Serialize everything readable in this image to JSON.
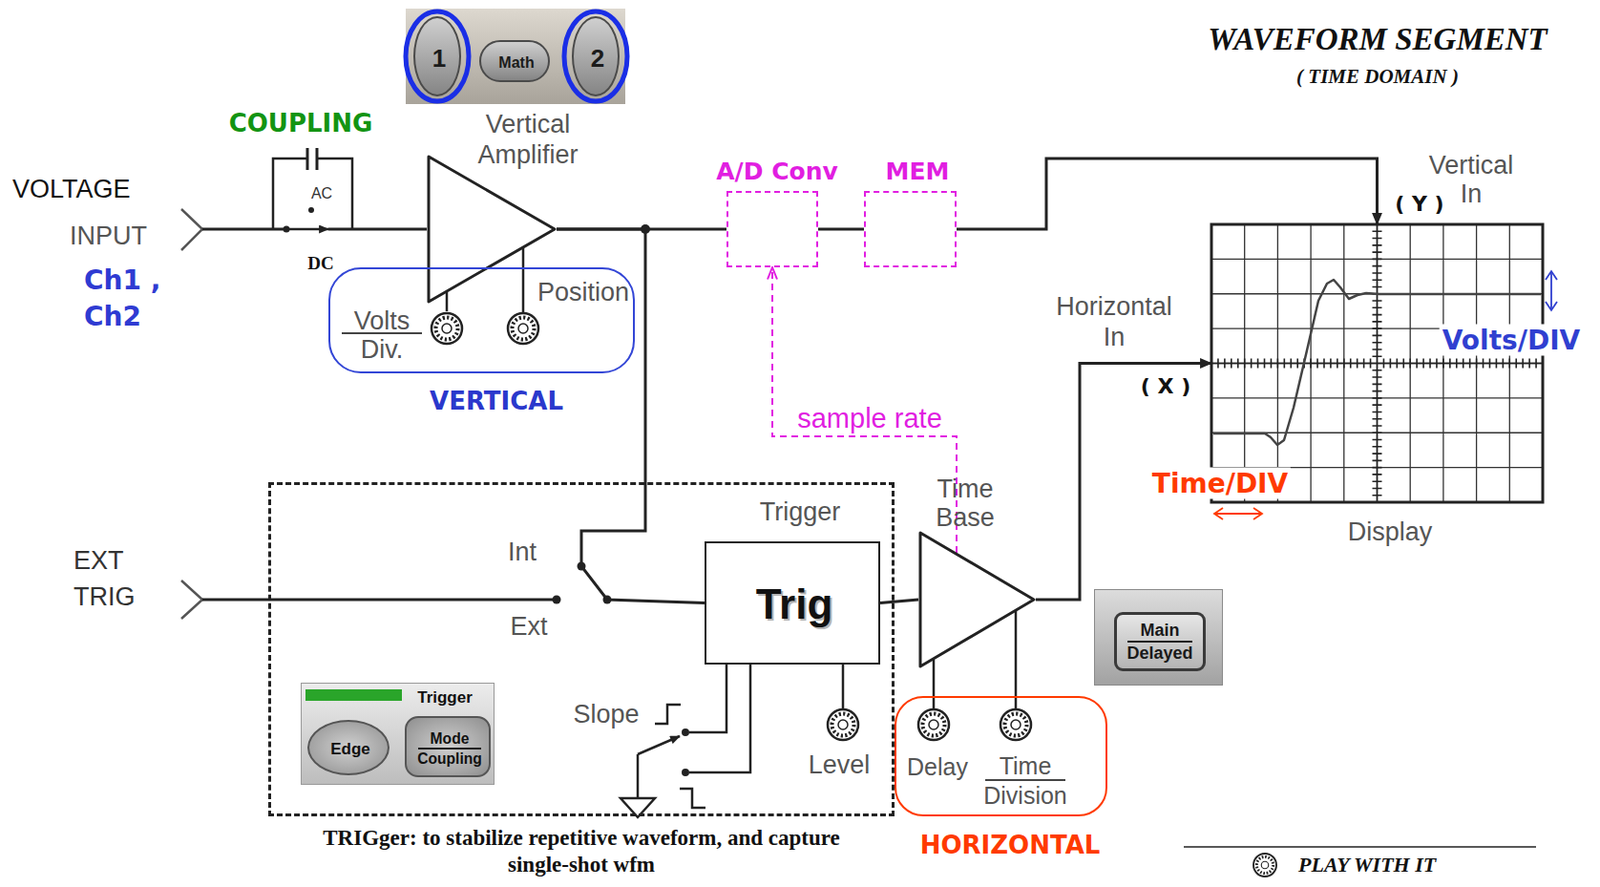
{
  "diagram": {
    "title": "WAVEFORM SEGMENT",
    "nodes": [
      {
        "text": [
          "1"
        ]
      },
      {
        "text": [
          "Math"
        ]
      },
      {
        "text": [
          "2"
        ]
      },
      {
        "text": [
          "Vertical Amplifier"
        ]
      },
      {
        "text": [
          "Position",
          "Volts Div.",
          "VERTICAL"
        ]
      },
      {
        "text": [
          "A/D Conv"
        ]
      },
      {
        "text": [
          "MEM"
        ]
      },
      {
        "text": [
          "Display"
        ]
      },
      {
        "text": [
          "TRIGger: to stabilize repetitive waveform, and capture single-shot wfm"
        ]
      },
      {
        "text": [
          "Trigger",
          "Trig"
        ],
        "in": 8
      },
      {
        "text": [
          "Trigger"
        ],
        "in": 8
      },
      {
        "text": [
          "Edge"
        ],
        "in": 10
      },
      {
        "text": [
          "Mode Coupling"
        ],
        "in": 10
      },
      {
        "text": [
          "Time Base"
        ]
      },
      {
        "text": [
          "Main Delayed"
        ]
      },
      {
        "text": [
          "Delay",
          "Time Division",
          "HORIZONTAL"
        ]
      }
    ],
    "edges": [
      {
        "from": 3,
        "to": 5,
        "arrow": "none"
      },
      {
        "from": 5,
        "to": 6,
        "arrow": "none"
      },
      {
        "from": 6,
        "to": 7,
        "arrow": "to"
      },
      {
        "from": 3,
        "to": 9,
        "arrow": "none"
      },
      {
        "from": 9,
        "to": 13,
        "arrow": "none"
      },
      {
        "from": 13,
        "to": 7,
        "arrow": "to"
      },
      {
        "from": 13,
        "to": 5,
        "label": "sample rate",
        "arrow": "to"
      }
    ],
    "labels": [
      "( TIME DOMAIN )",
      "COUPLING",
      "VOLTAGE",
      "INPUT",
      "Ch1 , Ch2",
      "AC",
      "DC",
      "Vertical In",
      "( Y )",
      "Horizontal In",
      "( X )",
      "Volts/DIV",
      "Time/DIV",
      "EXT TRIG",
      "Int",
      "Ext",
      "Slope",
      "Level"
    ],
    "legend": [
      {
        "text": "PLAY WITH IT"
      }
    ]
  }
}
